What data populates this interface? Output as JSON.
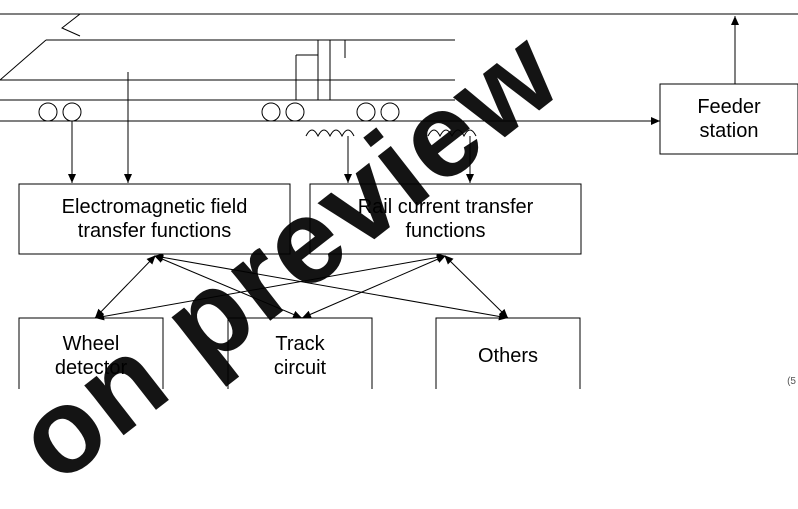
{
  "boxes": {
    "feeder": "Feeder\nstation",
    "em_transfer": "Electromagnetic field\ntransfer functions",
    "rail_transfer": "Rail current transfer\nfunctions",
    "wheel_detector": "Wheel\ndetector",
    "track_circuit": "Track\ncircuit",
    "others": "Others"
  },
  "watermark": "on preview",
  "corner_mark": "(5"
}
